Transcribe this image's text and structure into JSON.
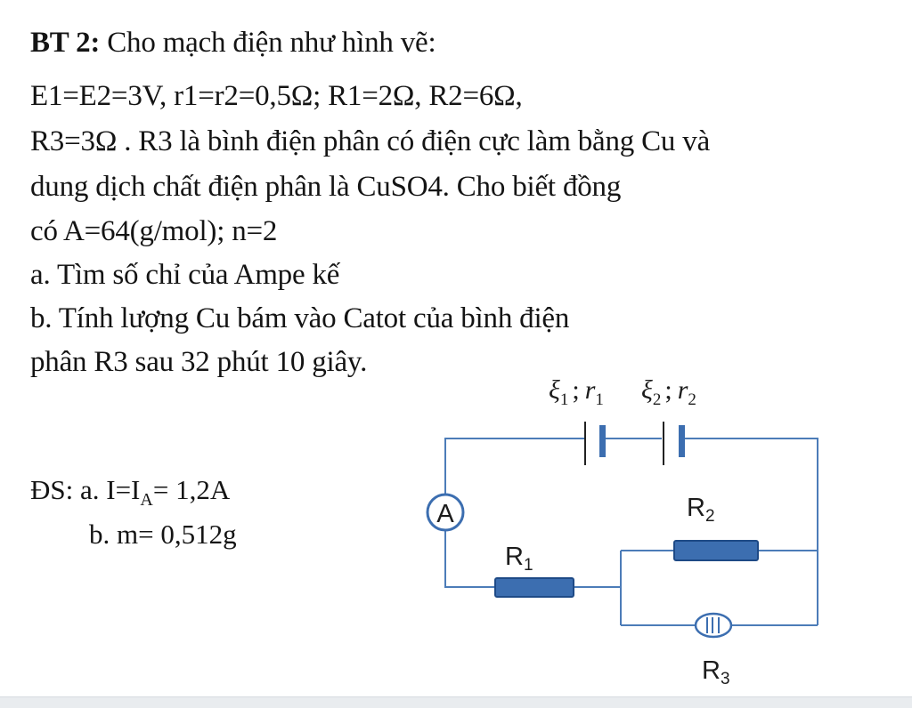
{
  "problem": {
    "label": "BT 2:",
    "lines": [
      "Cho mạch điện như hình vẽ:",
      "E1=E2=3V,   r1=r2=0,5Ω;  R1=2Ω, R2=6Ω,",
      "R3=3Ω .  R3 là bình điện phân có điện cực làm bằng Cu và",
      "dung dịch chất điện phân là CuSO4. Cho biết đồng",
      "có  A=64(g/mol);  n=2",
      "a. Tìm số chỉ của Ampe kế",
      "b. Tính lượng Cu bám vào Catot của bình điện",
      "phân R3 sau 32 phút 10 giây."
    ]
  },
  "answer": {
    "a_prefix": "ĐS: a. ",
    "a_current": "I=I",
    "a_subscript": "A",
    "a_value": "= 1,2A",
    "b_line": "b. m= 0,512g"
  },
  "circuit": {
    "source1": {
      "emf": "ξ",
      "emf_index": "1",
      "sep": ";",
      "r": "r",
      "r_index": "1"
    },
    "source2": {
      "emf": "ξ",
      "emf_index": "2",
      "sep": ";",
      "r": "r",
      "r_index": "2"
    },
    "ammeter": "A",
    "r1": {
      "letter": "R",
      "index": "1"
    },
    "r2": {
      "letter": "R",
      "index": "2"
    },
    "r3": {
      "letter": "R",
      "index": "3"
    },
    "colors": {
      "wire": "#4c7cb8",
      "resistor": "#3c6eb0",
      "resistor_edge": "#1e4a86"
    }
  }
}
